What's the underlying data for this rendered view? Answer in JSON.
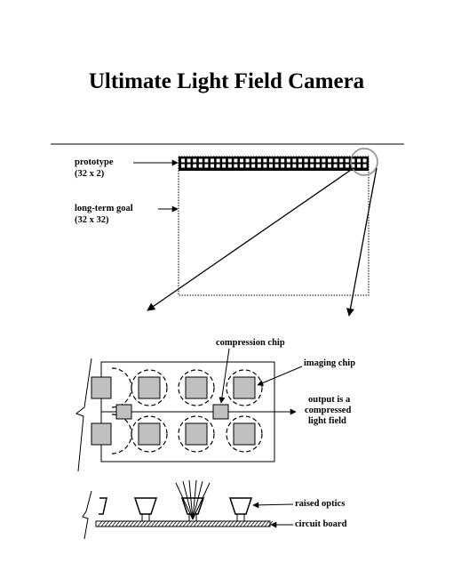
{
  "title": "Ultimate Light Field Camera",
  "labels": {
    "prototype": "prototype",
    "prototype_size": "(32 x 2)",
    "goal": "long-term goal",
    "goal_size": "(32 x 32)",
    "compression_chip": "compression chip",
    "imaging_chip": "imaging chip",
    "output_line1": "output is a",
    "output_line2": "compressed",
    "output_line3": "light field",
    "raised_optics": "raised optics",
    "circuit_board": "circuit board"
  }
}
